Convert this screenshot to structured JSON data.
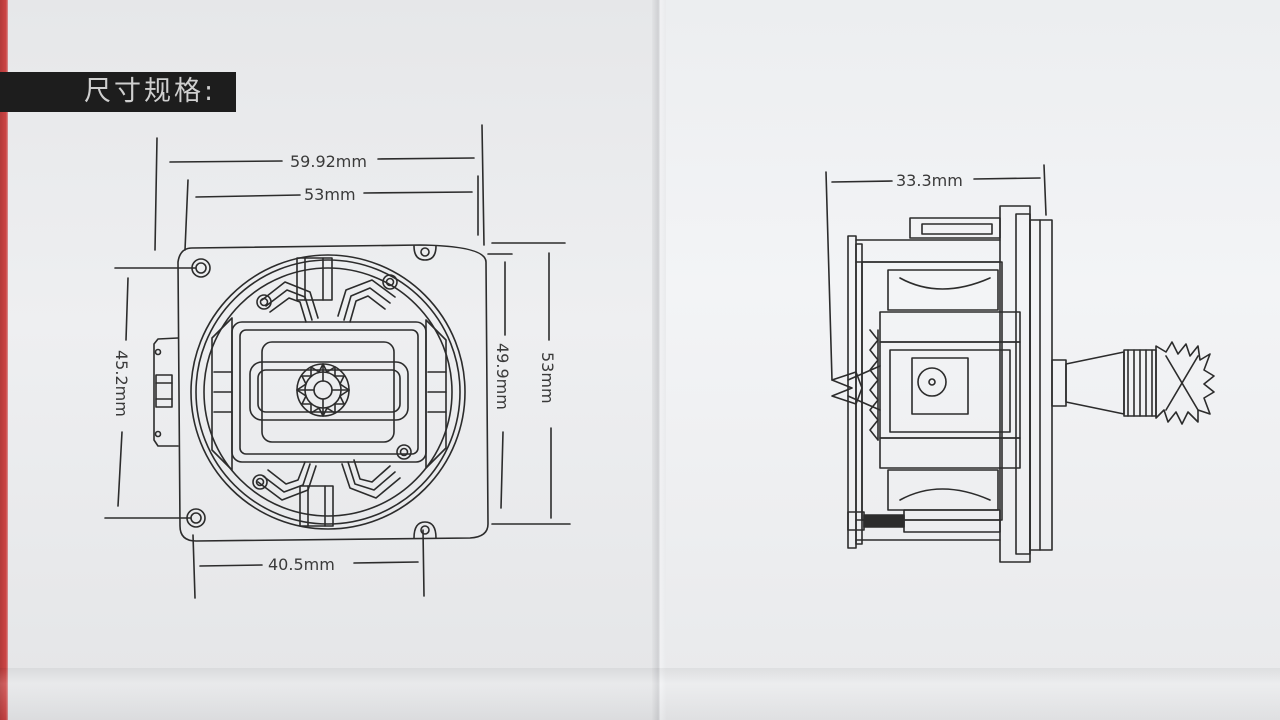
{
  "header": {
    "title": "尺寸规格:"
  },
  "front_view": {
    "dim_width_outer": "59.92mm",
    "dim_width_inner": "53mm",
    "dim_height_left": "45.2mm",
    "dim_height_mid": "49.9mm",
    "dim_height_right": "53mm",
    "dim_bottom": "40.5mm"
  },
  "side_view": {
    "dim_depth": "33.3mm"
  },
  "colors": {
    "line": "#2c2c2c",
    "paper": "#eeeff1",
    "title_bar": "#1d1d1d"
  }
}
